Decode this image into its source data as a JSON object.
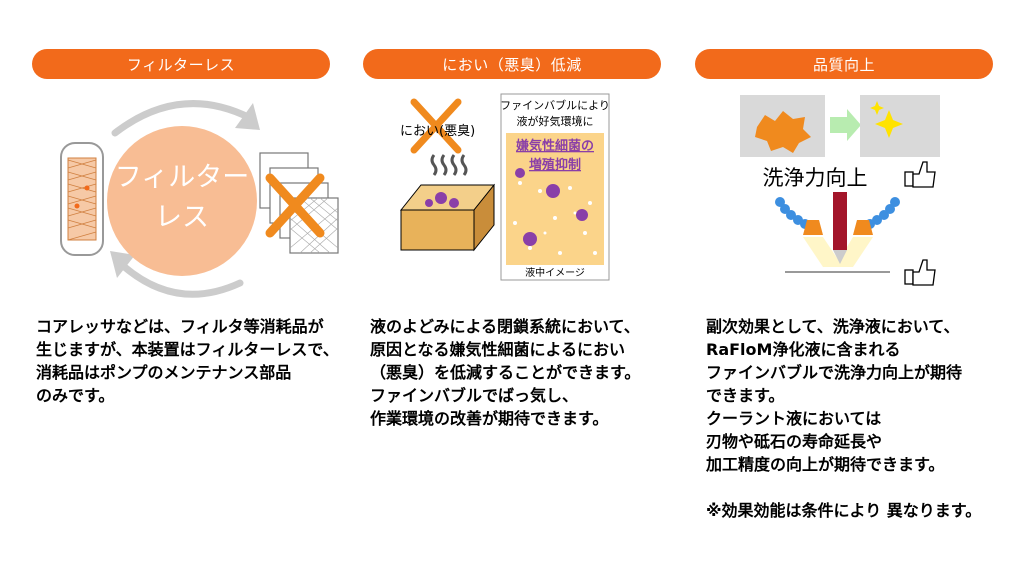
{
  "sections": [
    {
      "heading": "フィルターレス",
      "circle_text_line1": "フィルター",
      "circle_text_line2": "レス",
      "body": "コアレッサなどは、フィルタ等消耗品が\n生じますが、本装置はフィルターレスで、\n消耗品はポンプのメンテナンス部品\nのみです。"
    },
    {
      "heading": "におい（悪臭）低減",
      "smell_label": "におい(悪臭)",
      "fine_bubble_line1": "ファインバブルにより",
      "fine_bubble_line2": "液が好気環境に",
      "bacteria_line1": "嫌気性細菌の",
      "bacteria_line2": "増殖抑制",
      "liquid_caption": "液中イメージ",
      "body": "液のよどみによる閉鎖系統において、\n原因となる嫌気性細菌によるにおい\n（悪臭）を低減することができます。\nファインバブルでばっ気し、\n作業環境の改善が期待できます。"
    },
    {
      "heading": "品質向上",
      "cleaning_label": "洗浄力向上",
      "body": "副次効果として、洗浄液において、\nRaFloM浄化液に含まれる\nファインバブルで洗浄力向上が期待\nできます。\nクーラント液においては\n刃物や砥石の寿命延長や\n加工精度の向上が期待できます。\n\n※効果効能は条件により 異なります。"
    }
  ],
  "colors": {
    "accent_orange": "#f26a1b",
    "circle_peach": "#f8bd94",
    "liquid_yellow": "#fbd48a",
    "box_tan": "#e8b25a",
    "bacteria_purple": "#8a3fa8",
    "arrow_gray": "#cccccc",
    "cross_orange": "#f08a1e"
  },
  "icons": [
    "recycle-arrows",
    "filter-cartridge",
    "filter-sheets",
    "cross-mark",
    "odor-wave",
    "bacteria",
    "thumbs-up",
    "sparkle",
    "nozzle",
    "right-arrow"
  ]
}
